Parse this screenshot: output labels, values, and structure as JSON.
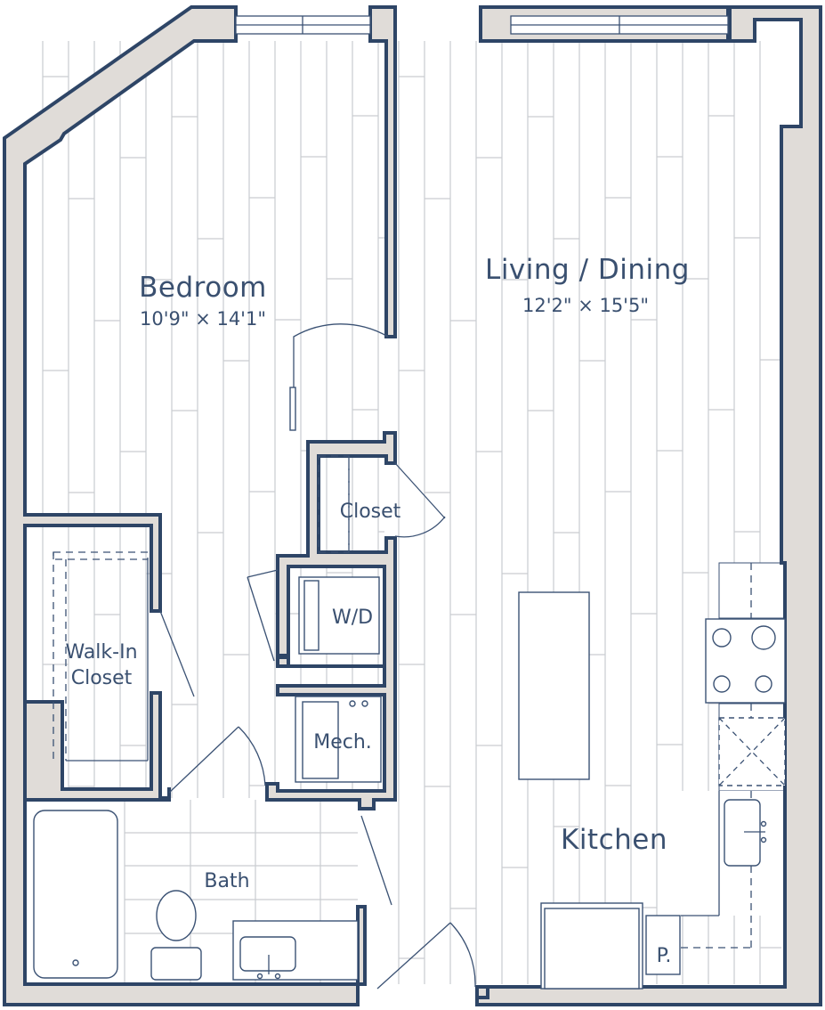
{
  "rooms": {
    "bedroom": {
      "name": "Bedroom",
      "dims": "10'9\" × 14'1\""
    },
    "living": {
      "name": "Living / Dining",
      "dims": "12'2\" × 15'5\""
    },
    "kitchen": {
      "name": "Kitchen"
    },
    "bath": {
      "name": "Bath"
    },
    "walkin": {
      "name_line1": "Walk-In",
      "name_line2": "Closet"
    },
    "closet": {
      "name": "Closet"
    },
    "wd": {
      "name": "W/D"
    },
    "mech": {
      "name": "Mech."
    },
    "pantry": {
      "name": "P."
    }
  },
  "colors": {
    "wall_fill": "#e0dcd8",
    "wall_stroke": "#2e4566",
    "text": "#3a5070",
    "floor_lines": "#c9ccd0"
  }
}
